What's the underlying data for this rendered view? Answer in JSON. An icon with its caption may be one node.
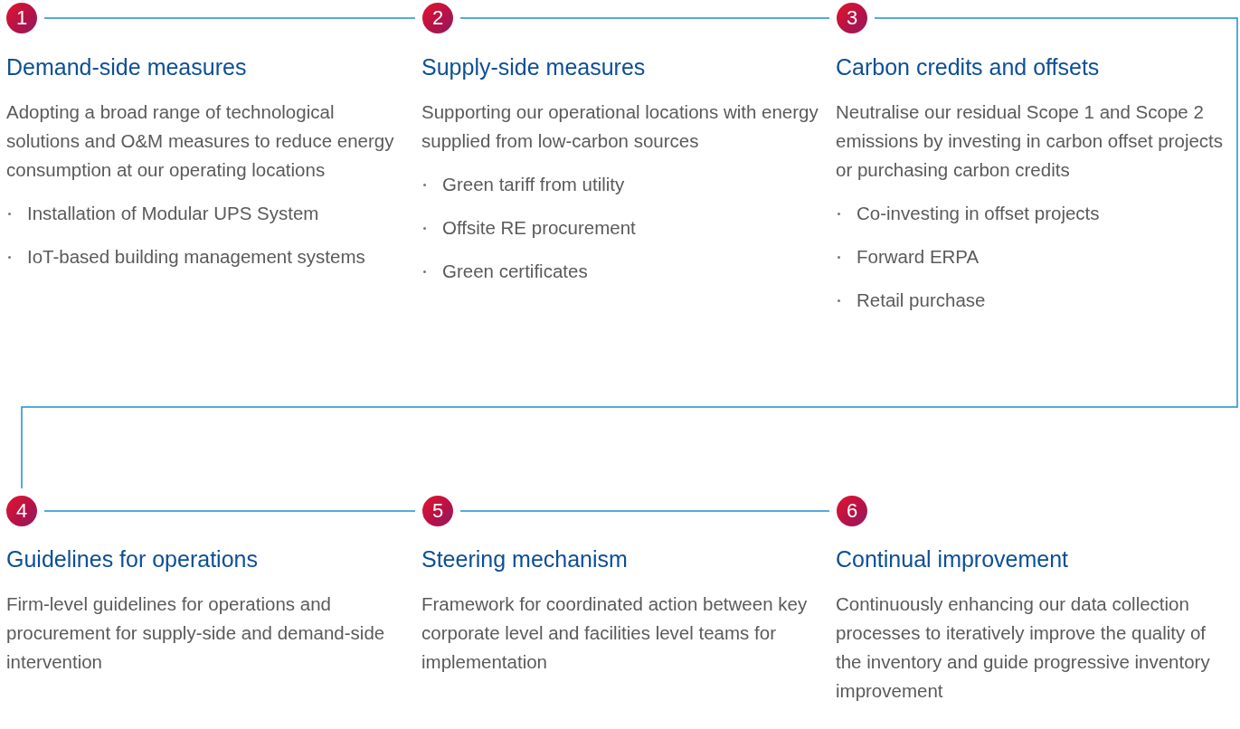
{
  "diagram": {
    "nodes": [
      {
        "text": [
          "1"
        ],
        "beside": [
          "Demand-side measures",
          "Adopting a broad range of technological solutions and O&M measures to reduce energy consumption at our operating locations",
          "Installation of Modular UPS System",
          "IoT-based building management systems"
        ]
      },
      {
        "text": [
          "2"
        ],
        "beside": [
          "Supply-side measures",
          "Supporting our operational locations with energy supplied from low-carbon sources",
          "Green tariff from utility",
          "Offsite RE procurement",
          "Green certificates"
        ]
      },
      {
        "text": [
          "3"
        ],
        "beside": [
          "Carbon credits and offsets",
          "Neutralise our residual Scope 1 and Scope 2 emissions by investing in carbon offset projects or purchasing carbon credits",
          "Co-investing in offset projects",
          "Forward ERPA",
          "Retail purchase"
        ]
      },
      {
        "text": [
          "4"
        ],
        "beside": [
          "Guidelines for operations",
          "Firm-level guidelines for operations and procurement for supply-side and demand-side intervention"
        ]
      },
      {
        "text": [
          "5"
        ],
        "beside": [
          "Steering mechanism",
          "Framework for coordinated action between key corporate level and facilities level teams for implementation"
        ]
      },
      {
        "text": [
          "6"
        ],
        "beside": [
          "Continual improvement",
          "Continuously enhancing our data collection processes to iteratively improve the quality of the inventory and guide progressive inventory improvement"
        ]
      }
    ],
    "edges": [
      {
        "from": 0,
        "to": 1,
        "arrow": "none"
      },
      {
        "from": 1,
        "to": 2,
        "arrow": "none"
      },
      {
        "from": 2,
        "to": 3,
        "arrow": "none"
      },
      {
        "from": 3,
        "to": 4,
        "arrow": "none"
      },
      {
        "from": 4,
        "to": 5,
        "arrow": "none"
      }
    ]
  }
}
